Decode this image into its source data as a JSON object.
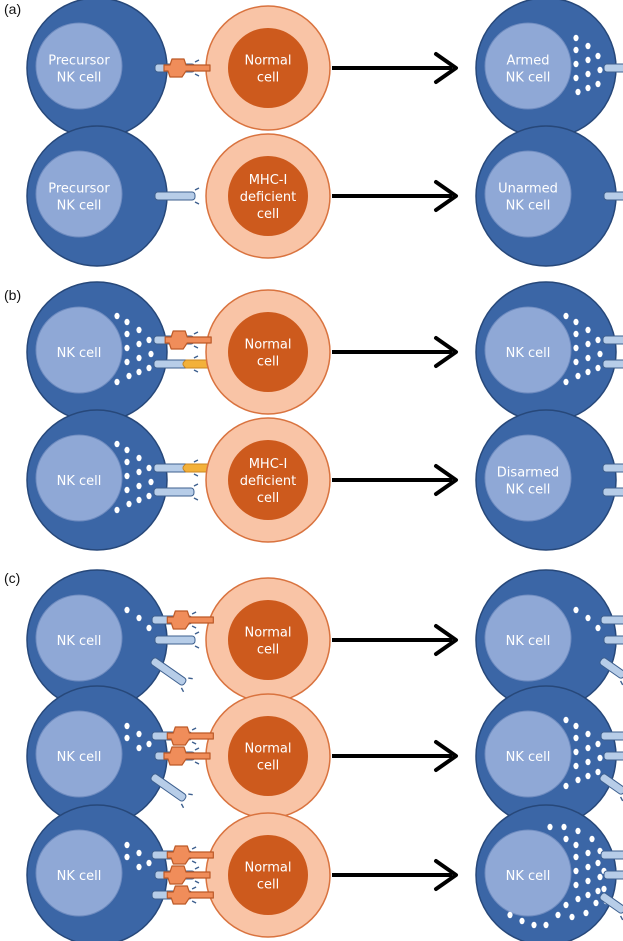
{
  "colors": {
    "nk_outer": "#3b66a6",
    "nk_outer_stroke": "#27487a",
    "nk_nucleus": "#8fa8d6",
    "nk_nucleus_stroke": "#6f8cc0",
    "granule": "#ffffff",
    "receptor": "#b7cde8",
    "receptor_stroke": "#3d5f8e",
    "normal_outer": "#f9c4a6",
    "normal_outer_stroke": "#d9733f",
    "normal_nucleus": "#cd5a1d",
    "mhc": "#f08d5a",
    "mhc_stroke": "#bc5a28",
    "activating_ligand": "#f3b13a",
    "activating_ligand_stroke": "#c98622",
    "arrow": "#000000",
    "label_text": "#ffffff"
  },
  "panels": [
    {
      "label": "(a)",
      "rows": [
        {
          "left_nk": {
            "label": [
              "Precursor",
              "NK cell"
            ],
            "granules": 0,
            "receptors": [
              "inhibitory-engaged"
            ]
          },
          "target": {
            "label": [
              "Normal",
              "cell"
            ],
            "mhc_count": 1
          },
          "right_nk": {
            "label": [
              "Armed",
              "NK cell"
            ],
            "granules": 12,
            "receptors": [
              "inhibitory"
            ]
          }
        },
        {
          "left_nk": {
            "label": [
              "Precursor",
              "NK cell"
            ],
            "granules": 0,
            "receptors": [
              "inhibitory"
            ]
          },
          "target": {
            "label": [
              "MHC-I",
              "deficient",
              "cell"
            ],
            "mhc_count": 0
          },
          "right_nk": {
            "label": [
              "Unarmed",
              "NK cell"
            ],
            "granules": 0,
            "receptors": [
              "inhibitory"
            ]
          }
        }
      ]
    },
    {
      "label": "(b)",
      "rows": [
        {
          "left_nk": {
            "label": [
              "NK cell"
            ],
            "granules": 14,
            "receptors": [
              "inhibitory-engaged",
              "activating-engaged"
            ]
          },
          "target": {
            "label": [
              "Normal",
              "cell"
            ],
            "mhc_count": 1,
            "activating_ligand": true
          },
          "right_nk": {
            "label": [
              "NK cell"
            ],
            "granules": 14,
            "receptors": [
              "inhibitory",
              "activating"
            ]
          }
        },
        {
          "left_nk": {
            "label": [
              "NK cell"
            ],
            "granules": 14,
            "receptors": [
              "activating-engaged",
              "inhibitory"
            ]
          },
          "target": {
            "label": [
              "MHC-I",
              "deficient",
              "cell"
            ],
            "mhc_count": 0,
            "activating_ligand": true
          },
          "right_nk": {
            "label": [
              "Disarmed",
              "NK cell"
            ],
            "granules": 0,
            "receptors": [
              "inhibitory",
              "activating"
            ]
          }
        }
      ]
    },
    {
      "label": "(c)",
      "rows": [
        {
          "left_nk": {
            "label": [
              "NK cell"
            ],
            "granules": 3,
            "receptors": [
              "inhibitory-engaged",
              "inhibitory",
              "inhibitory"
            ]
          },
          "target": {
            "label": [
              "Normal",
              "cell"
            ],
            "mhc_count": 1
          },
          "right_nk": {
            "label": [
              "NK cell"
            ],
            "granules": 3,
            "receptors": [
              "inhibitory",
              "inhibitory",
              "inhibitory"
            ]
          }
        },
        {
          "left_nk": {
            "label": [
              "NK cell"
            ],
            "granules": 5,
            "receptors": [
              "inhibitory-engaged",
              "inhibitory-engaged",
              "inhibitory"
            ]
          },
          "target": {
            "label": [
              "Normal",
              "cell"
            ],
            "mhc_count": 2
          },
          "right_nk": {
            "label": [
              "NK cell"
            ],
            "granules": 14,
            "receptors": [
              "inhibitory",
              "inhibitory",
              "inhibitory"
            ]
          }
        },
        {
          "left_nk": {
            "label": [
              "NK cell"
            ],
            "granules": 5,
            "receptors": [
              "inhibitory-engaged",
              "inhibitory-engaged",
              "inhibitory-engaged"
            ]
          },
          "target": {
            "label": [
              "Normal",
              "cell"
            ],
            "mhc_count": 3
          },
          "right_nk": {
            "label": [
              "NK cell"
            ],
            "granules": 30,
            "receptors": [
              "inhibitory",
              "inhibitory",
              "inhibitory"
            ]
          }
        }
      ]
    }
  ]
}
